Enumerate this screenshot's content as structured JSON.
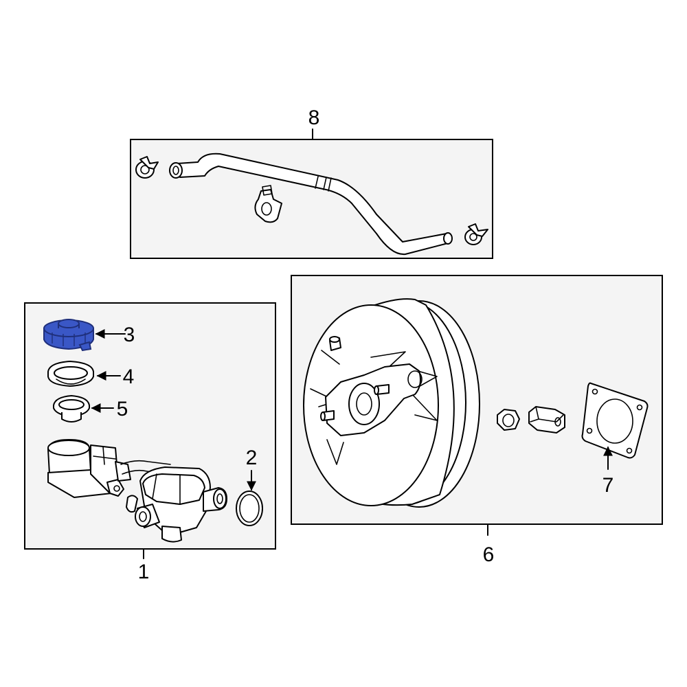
{
  "diagram": {
    "callouts": [
      "1",
      "2",
      "3",
      "4",
      "5",
      "6",
      "7",
      "8"
    ],
    "colors": {
      "highlight": "#3a57c6",
      "highlight_dark": "#1f2f7a",
      "line": "#000000",
      "box_fill": "#f4f4f4"
    }
  }
}
